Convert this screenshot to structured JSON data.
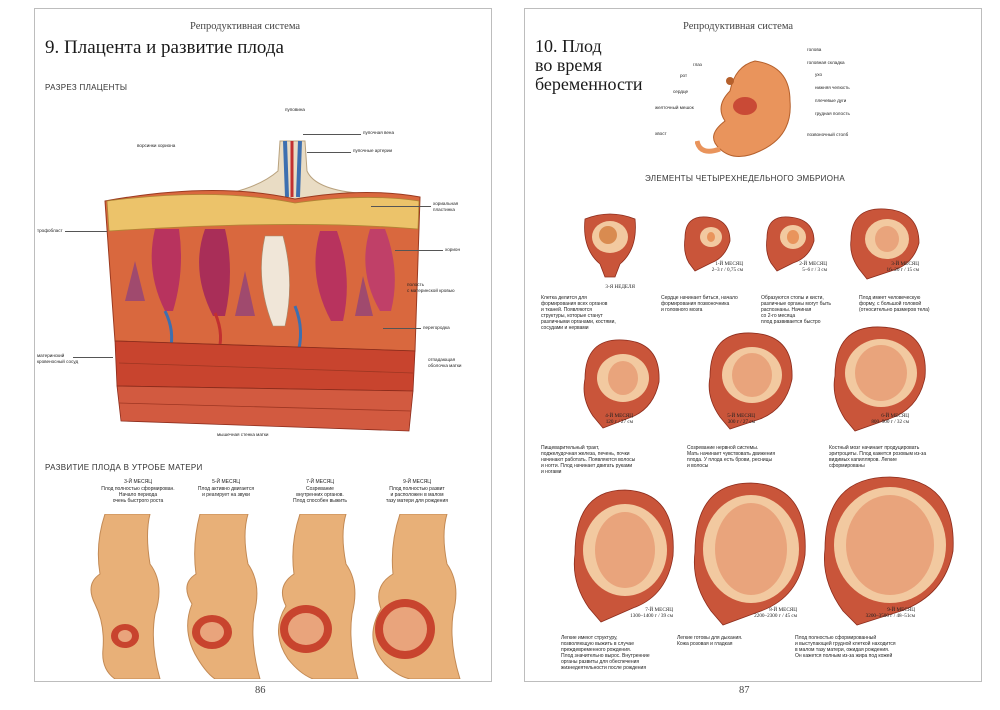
{
  "left": {
    "running_head": "Репродуктивная система",
    "title": "9. Плацента и развитие плода",
    "section1": "РАЗРЕЗ ПЛАЦЕНТЫ",
    "placenta_labels": {
      "umbilical_cord": "пуповина",
      "umbilical_vein": "пупочная вена",
      "umbilical_arteries": "пупочные артерии",
      "chorionic_villi": "ворсинки хориона",
      "chorionic_plate": "хориальная\nпластинка",
      "trophoblast": "трофобласт",
      "chorion": "хорион",
      "maternal_blood_cavity": "полость\nс материнской кровью",
      "septum": "перегородка",
      "maternal_vessel": "материнский\nкровеносный сосуд",
      "decidua": "отпадающая\nоболочка матки",
      "uterine_wall": "мышечная стенка матки"
    },
    "section2": "РАЗВИТИЕ ПЛОДА В УТРОБЕ МАТЕРИ",
    "stages": [
      {
        "month": "3-Й МЕСЯЦ",
        "text": "Плод полностью сформирован.\nНачало периода\nочень быстрого роста"
      },
      {
        "month": "5-Й МЕСЯЦ",
        "text": "Плод активно двигается\nи реагирует на звуки"
      },
      {
        "month": "7-Й МЕСЯЦ",
        "text": "Созревание\nвнутренних органов.\nПлод способен выжить"
      },
      {
        "month": "9-Й МЕСЯЦ",
        "text": "Плод полностью развит\nи расположен в малом\nтазу матери для рождения"
      }
    ],
    "page_number": "86"
  },
  "right": {
    "running_head": "Репродуктивная система",
    "title": "10. Плод\nво время\nбеременности",
    "embryo_labels_left": [
      "глаз",
      "рот",
      "сердце",
      "желточный мешок",
      "хвост"
    ],
    "embryo_labels_right": [
      "голова",
      "головная складка",
      "ухо",
      "нижняя челюсть",
      "плечевые дуги",
      "грудная полость",
      "позвоночный столб"
    ],
    "section1": "ЭЛЕМЕНТЫ ЧЕТЫРЕХНЕДЕЛЬНОГО ЭМБРИОНА",
    "row1": [
      {
        "month": "3-Я НЕДЕЛЯ",
        "size": "",
        "text": "Клетка делится для\nформирования всех органов\nи тканей. Появляются\nструктуры, которые станут\nразличными органами, костями,\nсосудами и нервами"
      },
      {
        "month": "1-Й МЕСЯЦ",
        "size": "2–3 г / 0,75 см",
        "text": "Сердце начинает биться, начало\nформирования позвоночника\nи головного мозга"
      },
      {
        "month": "2-Й МЕСЯЦ",
        "size": "5–6 г / 3 см",
        "text": "Образуются стопы и кисти,\nразличные органы могут быть\nраспознаны. Начиная\nсо 2-го месяца\nплод развивается быстро"
      },
      {
        "month": "3-Й МЕСЯЦ",
        "size": "16–20 г / 15 см",
        "text": "Плод имеет человеческую\nформу, с большой головой\n(относительно размеров тела)"
      }
    ],
    "row2": [
      {
        "month": "4-Й МЕСЯЦ",
        "size": "120 г / 27 см",
        "text": "Пищеварительный тракт,\nподжелудочная железа, печень, почки\nначинают работать. Появляются волосы\nи ногти. Плод начинает двигать руками\nи ногами"
      },
      {
        "month": "5-Й МЕСЯЦ",
        "size": "300 г / 27 см",
        "text": "Созревание нервной системы.\nМать начинает чувствовать движения\nплода. У плода есть брови, ресницы\nи волосы"
      },
      {
        "month": "6-Й МЕСЯЦ",
        "size": "800–900 г / 32 см",
        "text": "Костный мозг начинает продуцировать\nэритроциты. Плод кажется розовым из-за\nвидимых капилляров. Легкие\nсформированы"
      }
    ],
    "row3": [
      {
        "month": "7-Й МЕСЯЦ",
        "size": "1300–1400 г / 39 см",
        "text": "Легкие имеют структуру,\nпозволяющую выжить в случае\nпреждевременного рождения.\nПлод значительно вырос. Внутренние\nорганы развиты для обеспечения\nжизнедеятельности после рождения"
      },
      {
        "month": "8-Й МЕСЯЦ",
        "size": "2200–2300 г / 45 см",
        "text": "Легкие готовы для дыхания.\nКожа розовая и гладкая"
      },
      {
        "month": "9-Й МЕСЯЦ",
        "size": "3200–3500 г / 48–51см",
        "text": "Плод полностью сформированный\nи выступающей грудной клеткой находится\nв малом тазу матери, ожидая рождения.\nОн кажется полным из-за жира под кожей"
      }
    ],
    "page_number": "87"
  },
  "colors": {
    "flesh": "#e8b078",
    "muscle": "#c8442e",
    "placenta_fill": "#d9683e",
    "vein": "#3d6fb0",
    "artery": "#c23030",
    "uterus_wall": "#c9553a",
    "fetus": "#e9a47c"
  }
}
